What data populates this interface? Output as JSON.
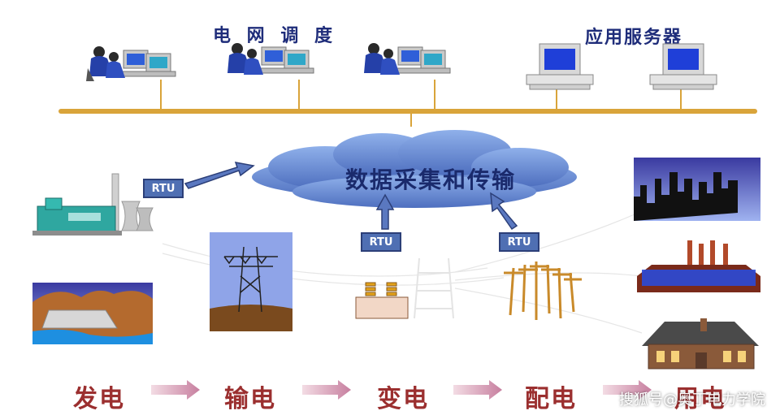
{
  "header": {
    "grid_dispatch_label": "电 网 调 度",
    "app_server_label": "应用服务器"
  },
  "cloud": {
    "label": "数据采集和传输"
  },
  "rtu_labels": [
    "RTU",
    "RTU",
    "RTU"
  ],
  "stages": [
    "发电",
    "输电",
    "变电",
    "配电",
    "用电"
  ],
  "watermark": "搜狐号@奥丁电力学院",
  "colors": {
    "bus": "#d9a43a",
    "cloud": "#6f8fd0",
    "stage_text": "#9b2f2f",
    "arrow": "#d9a3b8"
  }
}
